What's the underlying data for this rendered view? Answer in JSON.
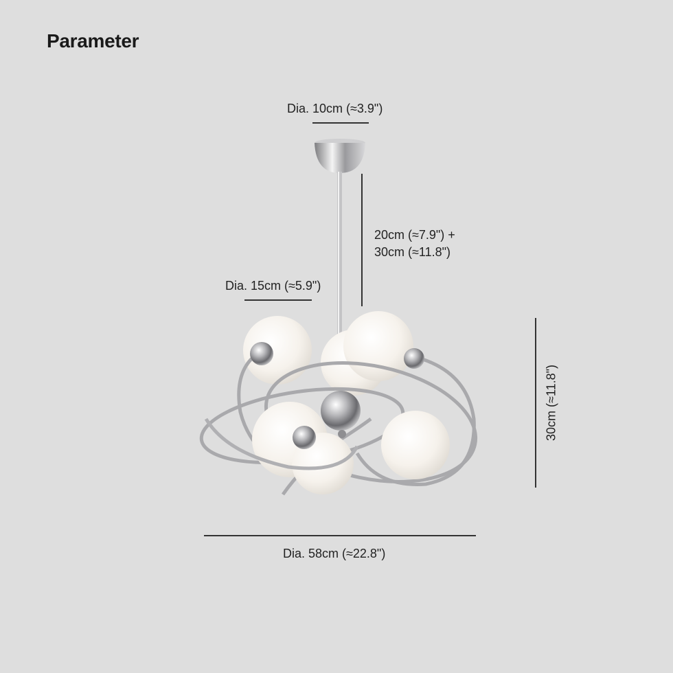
{
  "header": {
    "title": "Parameter"
  },
  "dimensions": {
    "canopy_diameter": "Dia. 10cm (≈3.9\")",
    "rod_length_line1": "20cm (≈7.9\") +",
    "rod_length_line2": "30cm (≈11.8\")",
    "globe_diameter": "Dia. 15cm (≈5.9\")",
    "body_height": "30cm (≈11.8\")",
    "overall_diameter": "Dia. 58cm (≈22.8\")"
  },
  "colors": {
    "background": "#dedede",
    "chrome": "#b9b9bb",
    "globe": "#f6f3ee"
  }
}
